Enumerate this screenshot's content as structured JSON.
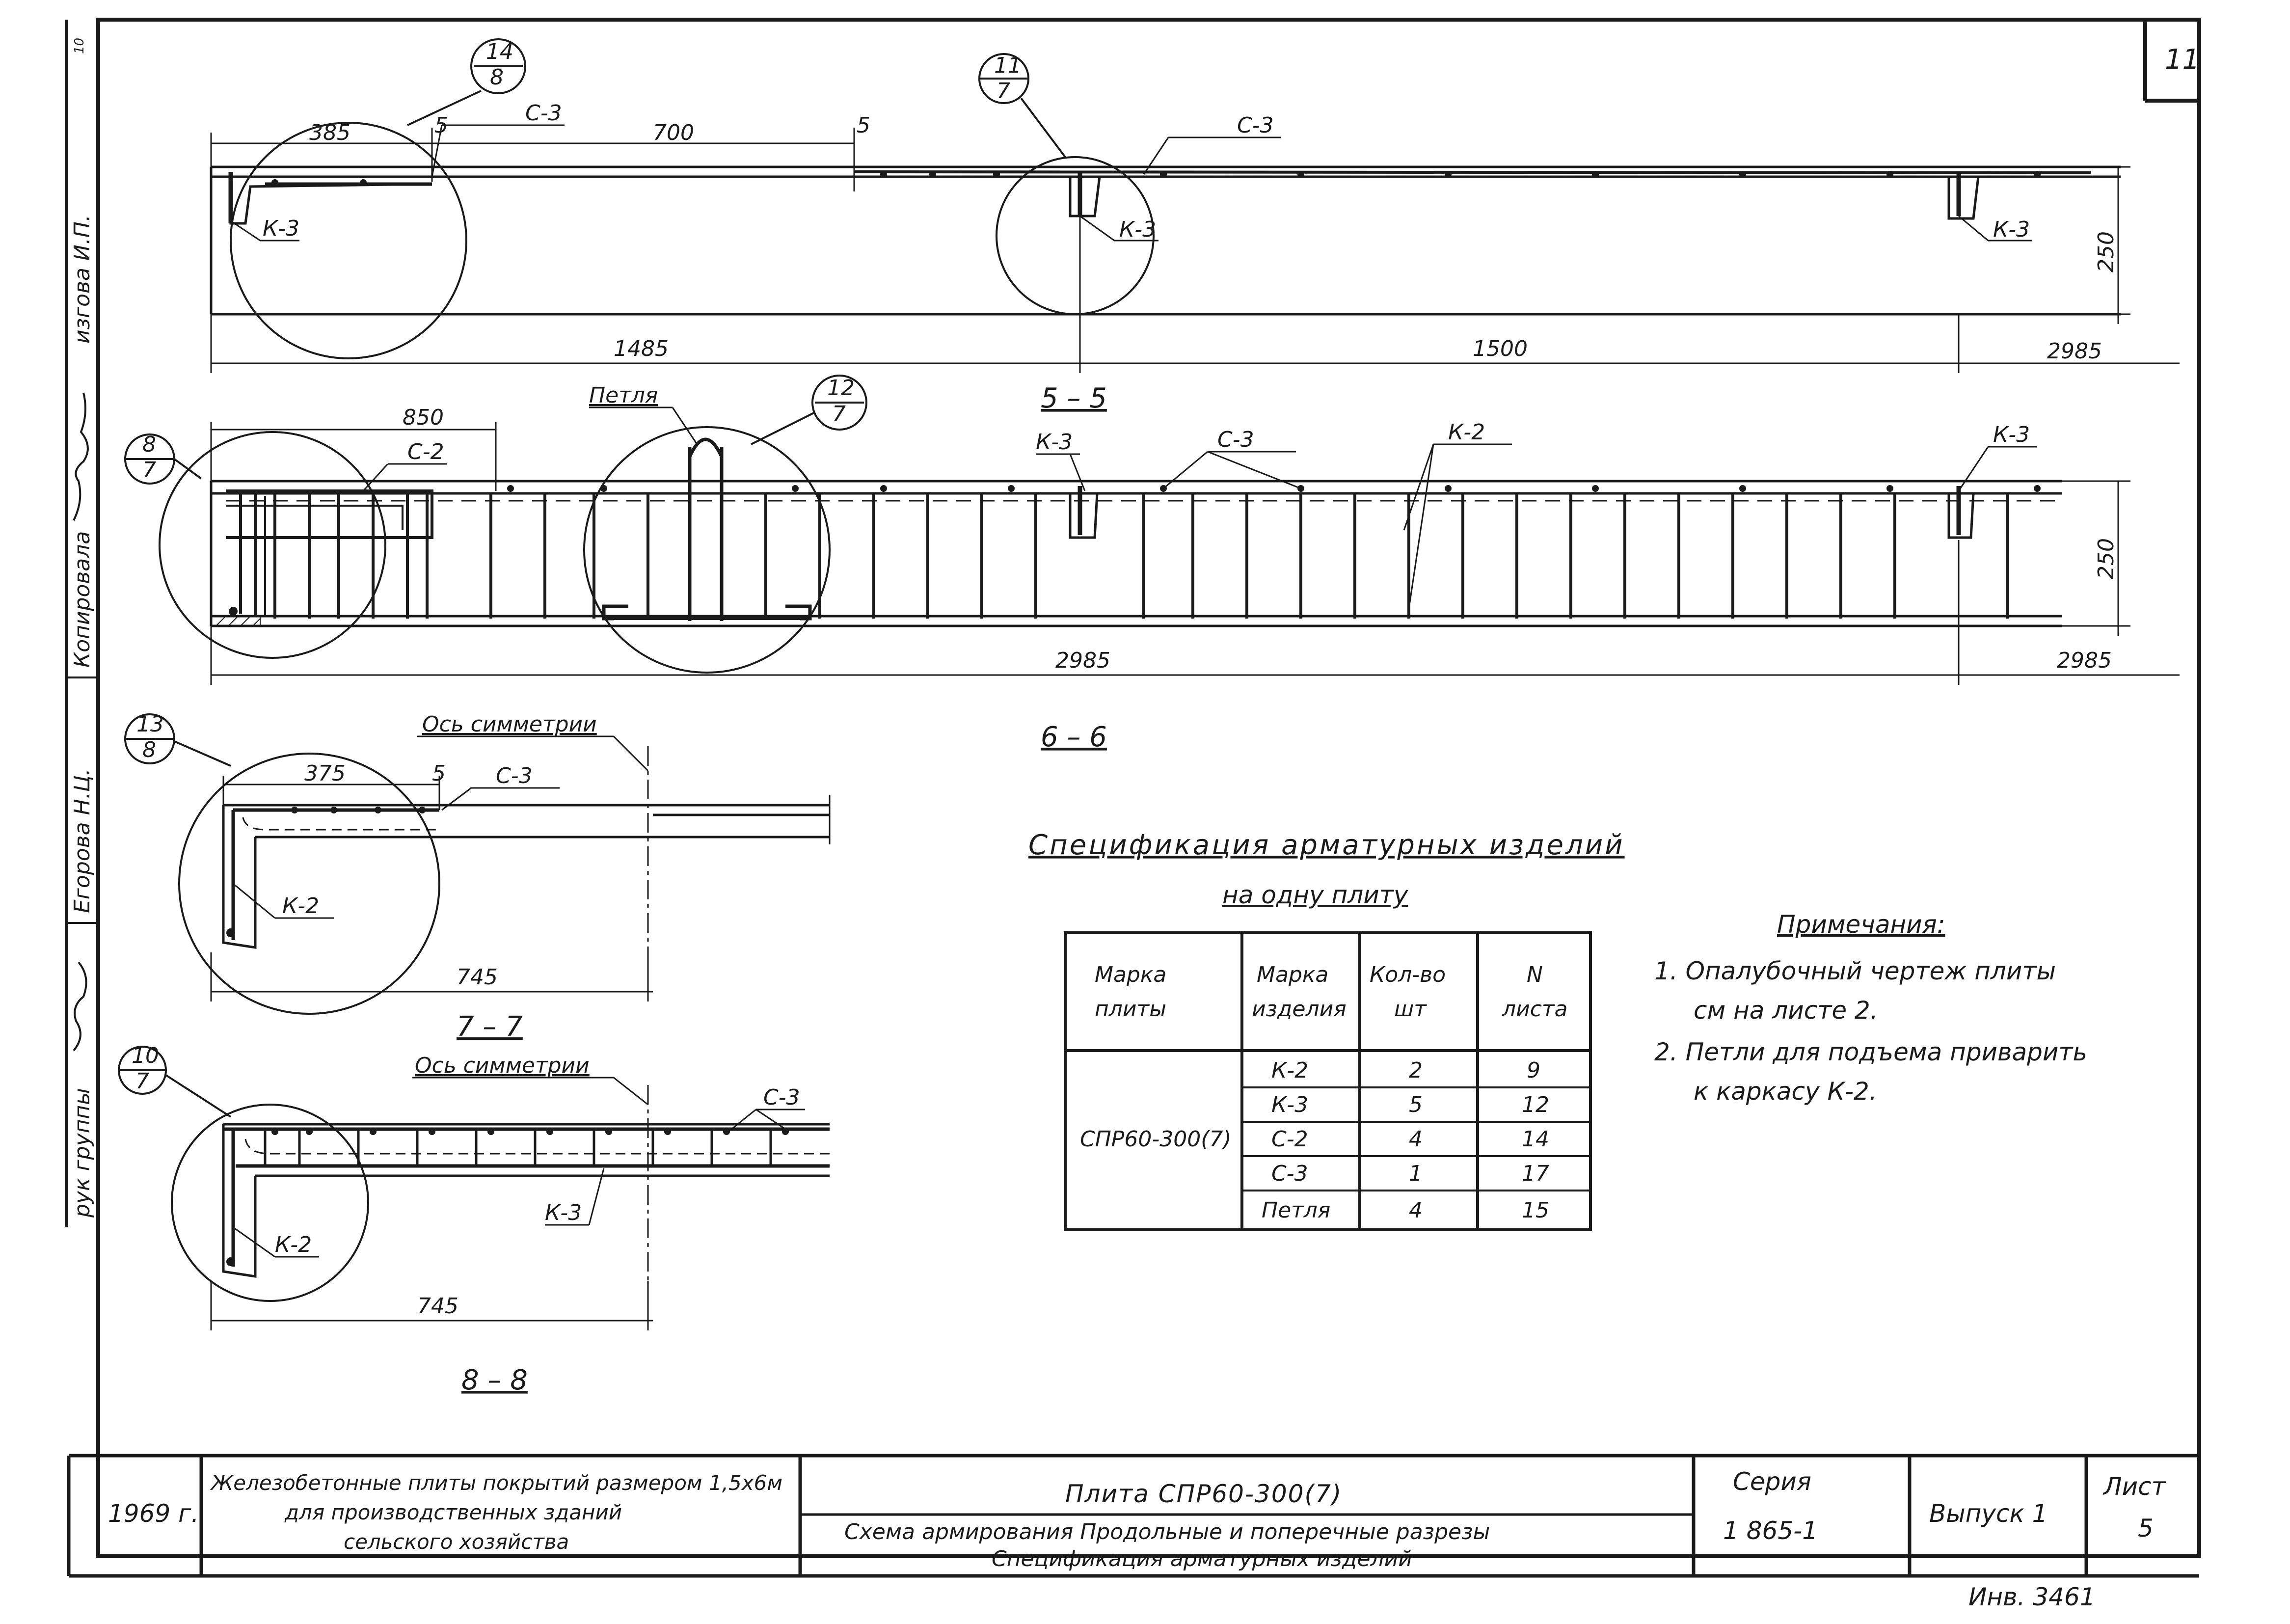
{
  "sheet_number_top": "11",
  "margin_labels": {
    "top_number": "10",
    "m1": "изгова И.П.",
    "m2": "Копировала",
    "m3": "Егорова Н.Ц.",
    "m4": "рук группы"
  },
  "sections": {
    "s55": "5 – 5",
    "s66": "6 – 6",
    "s77": "7 – 7",
    "s88": "8 – 8"
  },
  "callouts": {
    "c14_8": [
      "14",
      "8"
    ],
    "c11_7": [
      "11",
      "7"
    ],
    "c12_7": [
      "12",
      "7"
    ],
    "c8_7": [
      "8",
      "7"
    ],
    "c13_8": [
      "13",
      "8"
    ],
    "c10_7": [
      "10",
      "7"
    ]
  },
  "labels": {
    "c3": "С-3",
    "c2": "С-2",
    "k3": "К-3",
    "k2": "К-2",
    "petlya": "Петля",
    "axis_sym": "Ось симметрии"
  },
  "dims": {
    "d385": "385",
    "d5": "5",
    "d700": "700",
    "d1485": "1485",
    "d1500": "1500",
    "d2985": "2985",
    "d250": "250",
    "d850": "850",
    "d375": "375",
    "d745": "745"
  },
  "spec": {
    "title": "Спецификация арматурных изделий",
    "subtitle": "на одну плиту",
    "headers": [
      "Марка плиты",
      "Марка изделия",
      "Кол-во шт",
      "N листа"
    ],
    "plate_mark": "СПР60-300(7)",
    "rows": [
      [
        "К-2",
        "2",
        "9"
      ],
      [
        "К-3",
        "5",
        "12"
      ],
      [
        "С-2",
        "4",
        "14"
      ],
      [
        "С-3",
        "1",
        "17"
      ],
      [
        "Петля",
        "4",
        "15"
      ]
    ]
  },
  "notes": {
    "title": "Примечания:",
    "n1a": "1.  Опалубочный чертеж плиты",
    "n1b": "см на листе 2.",
    "n2a": "2.  Петли для подъема приварить",
    "n2b": "к каркасу К-2."
  },
  "title_block": {
    "year": "1969 г.",
    "desc1": "Железобетонные плиты покрытий размером 1,5х6м",
    "desc2": "для производственных зданий",
    "desc3": "сельского хозяйства",
    "plate": "Плита СПР60-300(7)",
    "scheme1": "Схема армирования Продольные и поперечные разрезы",
    "scheme2": "Спецификация арматурных изделий",
    "series_label": "Серия",
    "series_value": "1 865-1",
    "issue": "Выпуск 1",
    "sheet_label": "Лист",
    "sheet_value": "5"
  },
  "inventory": "Инв. 3461"
}
